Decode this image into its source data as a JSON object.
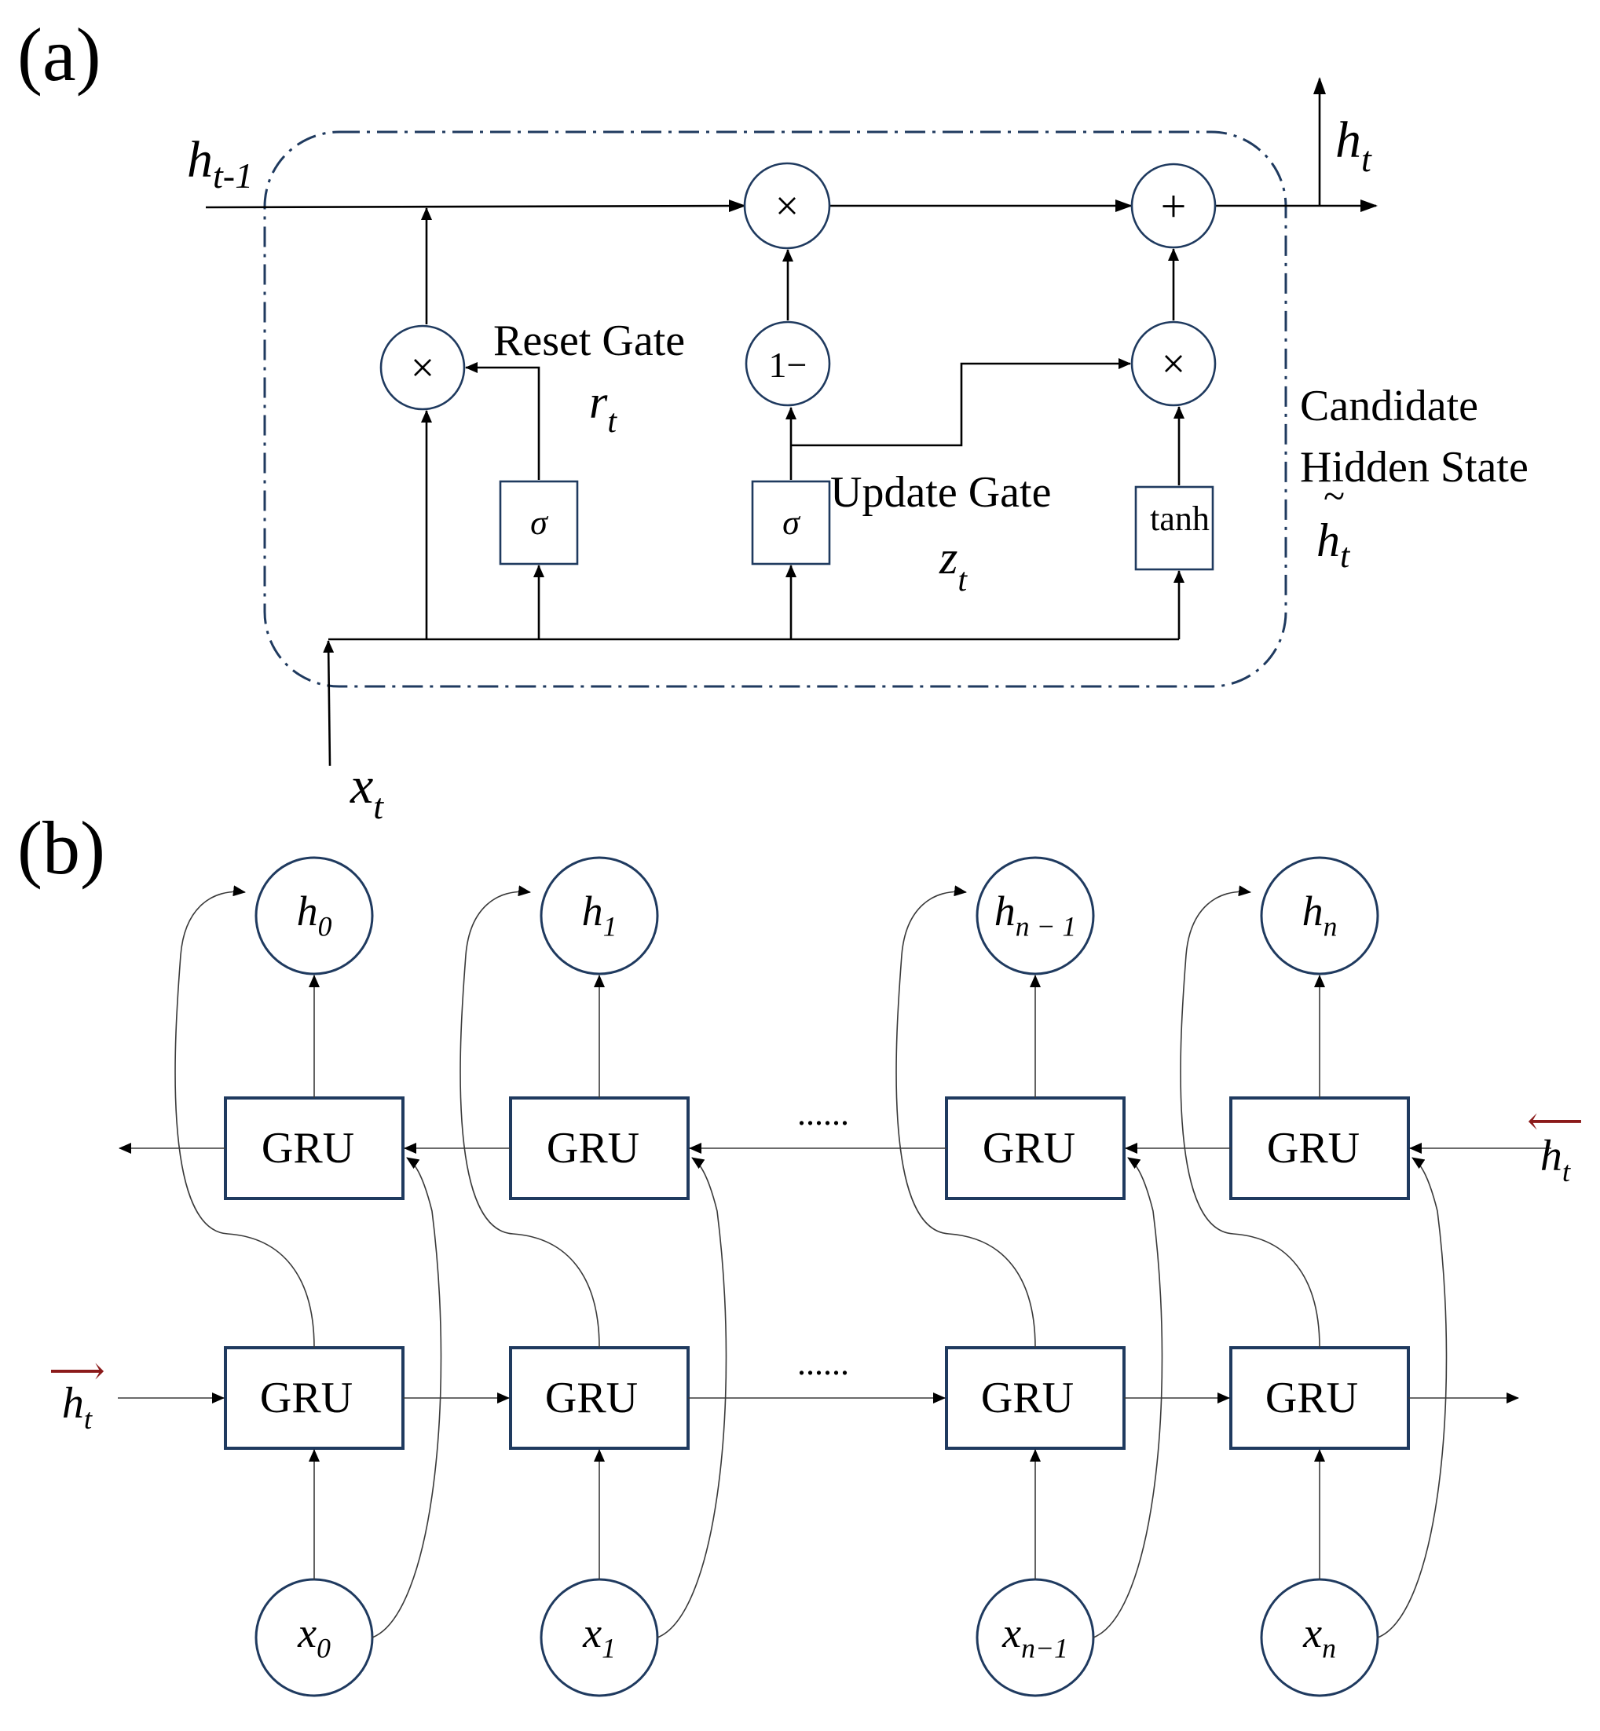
{
  "panel_a": {
    "label": "(a)",
    "h_prev": "h",
    "h_prev_sub": "t-1",
    "h_out": "h",
    "h_out_sub": "t",
    "x_in": "x",
    "x_in_sub": "t",
    "multiply": "×",
    "add": "+",
    "one_minus": "1−",
    "sigma": "σ",
    "tanh": "tanh",
    "reset_gate_label": "Reset Gate",
    "reset_sym": "r",
    "reset_sub": "t",
    "update_gate_label": "Update Gate",
    "update_sym": "z",
    "update_sub": "t",
    "candidate_line1": "Candidate",
    "candidate_line2": "Hidden State",
    "candidate_sym": "h",
    "candidate_sub": "t",
    "tilde": "~"
  },
  "panel_b": {
    "label": "(b)",
    "gru": "GRU",
    "ellipsis": "......",
    "h_forward": "h",
    "h_forward_sub": "t",
    "h_backward": "h",
    "h_backward_sub": "t",
    "arrow_glyph": "⟶",
    "arrow_glyph_back": "⟵",
    "outputs": [
      {
        "sym": "h",
        "sub": "0"
      },
      {
        "sym": "h",
        "sub": "1"
      },
      {
        "sym": "h",
        "sub": "n − 1"
      },
      {
        "sym": "h",
        "sub": "n"
      }
    ],
    "inputs": [
      {
        "sym": "x",
        "sub": "0"
      },
      {
        "sym": "x",
        "sub": "1"
      },
      {
        "sym": "x",
        "sub": "n−1"
      },
      {
        "sym": "x",
        "sub": "n"
      }
    ]
  }
}
